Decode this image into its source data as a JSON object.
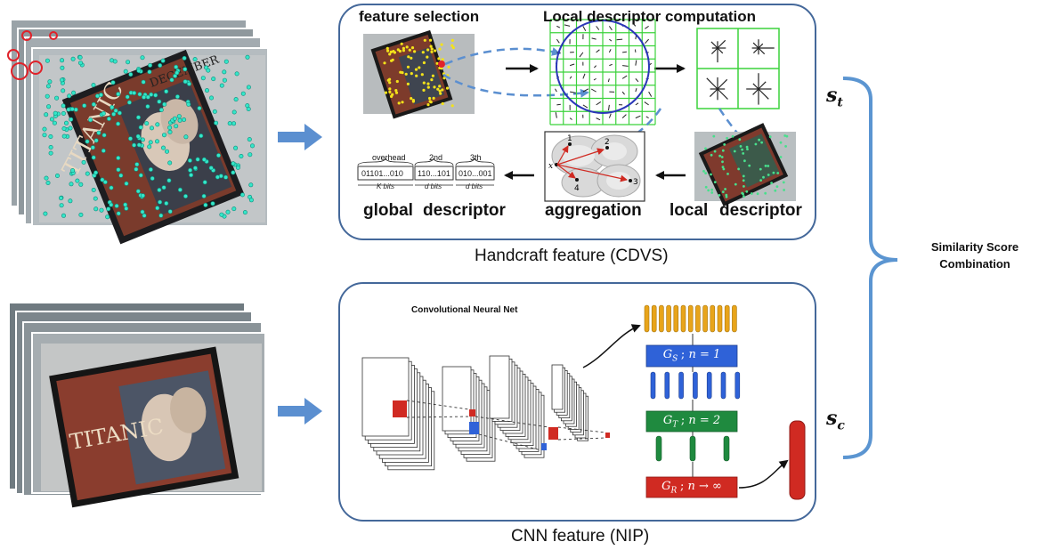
{
  "handcraft": {
    "caption": "Handcraft feature (CDVS)",
    "labels": {
      "feature_selection": "feature selection",
      "local_desc_computation": "Local descriptor computation",
      "global": "global",
      "descriptor_g": "descriptor",
      "aggregation": "aggregation",
      "local": "local",
      "descriptor_l": "descriptor"
    },
    "global_descriptor_box": {
      "headers": [
        "overhead",
        "2nd",
        "3th"
      ],
      "cells": [
        "01101...010",
        "110...101",
        "010...001"
      ],
      "bits": [
        "K bits",
        "d bits",
        "d bits"
      ]
    },
    "aggregation_points": [
      "1",
      "2",
      "3",
      "4"
    ],
    "aggregation_x_label": "x"
  },
  "cnn": {
    "caption": "CNN feature (NIP)",
    "net_label": "Convolutional Neural Net",
    "pooling": [
      {
        "G": "G",
        "sub": "S",
        "n": "n = 1",
        "color": "#2f62d8"
      },
      {
        "G": "G",
        "sub": "T",
        "n": "n = 2",
        "color": "#1f8a3f"
      },
      {
        "G": "G",
        "sub": "R",
        "n": "n → ∞",
        "color": "#d02a22"
      }
    ]
  },
  "combination": {
    "s_t": {
      "base": "s",
      "sub": "t"
    },
    "s_c": {
      "base": "s",
      "sub": "c"
    },
    "label_line1": "Similarity Score",
    "label_line2": "Combination"
  },
  "images": {
    "top_poster_title": "TITANIC",
    "top_poster_month": "DECEMBER",
    "bottom_poster_title": "TITANIC"
  },
  "colors": {
    "panel_border": "#44689a",
    "arrow_blue": "#5b8fd0",
    "brace_blue": "#5b95d1",
    "orange": "#e8a41a",
    "blue": "#2f62d8",
    "green": "#1f8a3f",
    "red": "#d02a22"
  }
}
